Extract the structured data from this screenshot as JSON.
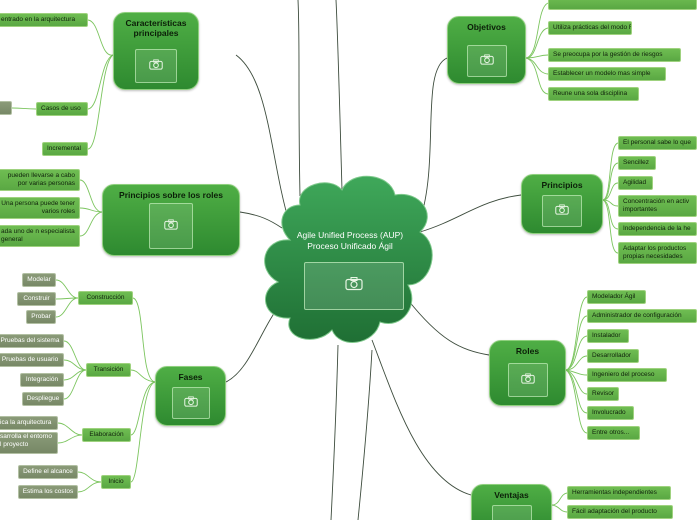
{
  "center": {
    "line1": "Agile Unified Process (AUP)",
    "line2": "Proceso Unificado Ágil",
    "image_icon": "camera-icon"
  },
  "objetivos": {
    "title": "Objetivos",
    "items": [
      "Utiliza prácticas del modo RUP",
      "Se preocupa por la gestión de riesgos",
      "Establecer un modelo mas simple",
      "Reune una sola disciplina"
    ]
  },
  "principios": {
    "title": "Principios",
    "items": [
      "El personal sabe lo que",
      "Sencillez",
      "Agilidad",
      "Concentración en activ importantes",
      "Independencia de la he",
      "Adaptar los productos propias necesidades"
    ]
  },
  "roles": {
    "title": "Roles",
    "items": [
      "Modelador Ágil",
      "Administrador de configuración",
      "Instalador",
      "Desarrollador",
      "Ingeniero del proceso",
      "Revisor",
      "Involucrado",
      "Entre otros..."
    ]
  },
  "ventajas": {
    "title": "Ventajas",
    "items": [
      "Herramientas independientes",
      "Fácil adaptación del producto"
    ]
  },
  "caracteristicas": {
    "title": "Características principales",
    "items": [
      "entrado en la arquitectura",
      "Casos de uso",
      "Incremental"
    ]
  },
  "principios_roles": {
    "title": "Principios sobre los roles",
    "items": [
      "pueden llevarse a cabo por varias personas",
      "Una persona puede tener varios roles",
      "ada uno de n especialista general"
    ]
  },
  "fases": {
    "title": "Fases",
    "groups": [
      {
        "label": "Construcción",
        "items": [
          "Modelar",
          "Construir",
          "Probar"
        ]
      },
      {
        "label": "Transición",
        "items": [
          "Pruebas del sistema",
          "Pruebas de usuario",
          "Integración",
          "Despliegue"
        ]
      },
      {
        "label": "Elaboración",
        "items": [
          "ica la arquitectura",
          "sarrolla el entorno l proyecto"
        ]
      },
      {
        "label": "Inicio",
        "items": [
          "Define el alcance",
          "Estima los costos"
        ]
      }
    ]
  },
  "colors": {
    "topic_fill": "#3f9c3b",
    "leaf_fill": "#64b24b",
    "gray_leaf_fill": "#8a9a78",
    "link": "#3b4a3a",
    "center_fill": "#2d8a45"
  }
}
